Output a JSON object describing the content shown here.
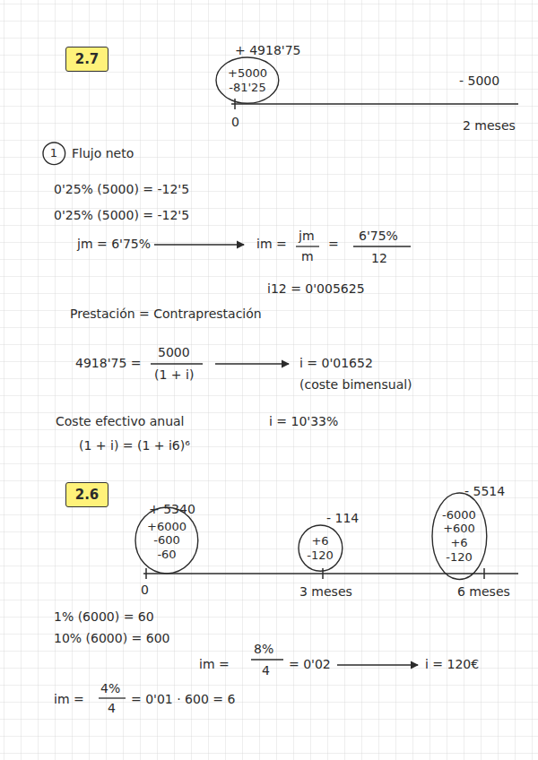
{
  "diagram": {
    "nodes": [
      {
        "text": [
          "2.7"
        ]
      },
      {
        "text": [
          "+5000",
          "-81'25"
        ]
      },
      {
        "text": [
          "1"
        ]
      },
      {
        "text": [
          "2.6"
        ]
      },
      {
        "text": [
          "+6000",
          "-600",
          "-60"
        ]
      },
      {
        "text": [
          "+6",
          "-120"
        ]
      },
      {
        "text": [
          "-6000",
          "+600",
          "+6",
          "-120"
        ]
      }
    ],
    "labels": [
      "+ 4918'75",
      "- 5000",
      "0",
      "2 meses",
      "Flujo neto",
      "0'25% (5000) = -12'5",
      "0'25% (5000) = -12'5",
      "jm = 6'75%",
      "im =",
      "jm",
      "m",
      "=",
      "6'75%",
      "12",
      "i12 = 0'005625",
      "Prestación = Contraprestación",
      "4918'75 =",
      "5000",
      "(1 + i)",
      "i = 0'01652",
      "(coste bimensual)",
      "Coste efectivo anual",
      "i = 10'33%",
      "(1 + i) = (1 + i6)⁶",
      "+ 5340",
      "- 114",
      "- 5514",
      "0",
      "3 meses",
      "6 meses",
      "1% (6000) = 60",
      "10% (6000) = 600",
      "im =",
      "8%",
      "4",
      "= 0'02",
      "i = 120€",
      "im =",
      "4%",
      "4",
      "= 0'01 · 600 = 6"
    ]
  }
}
